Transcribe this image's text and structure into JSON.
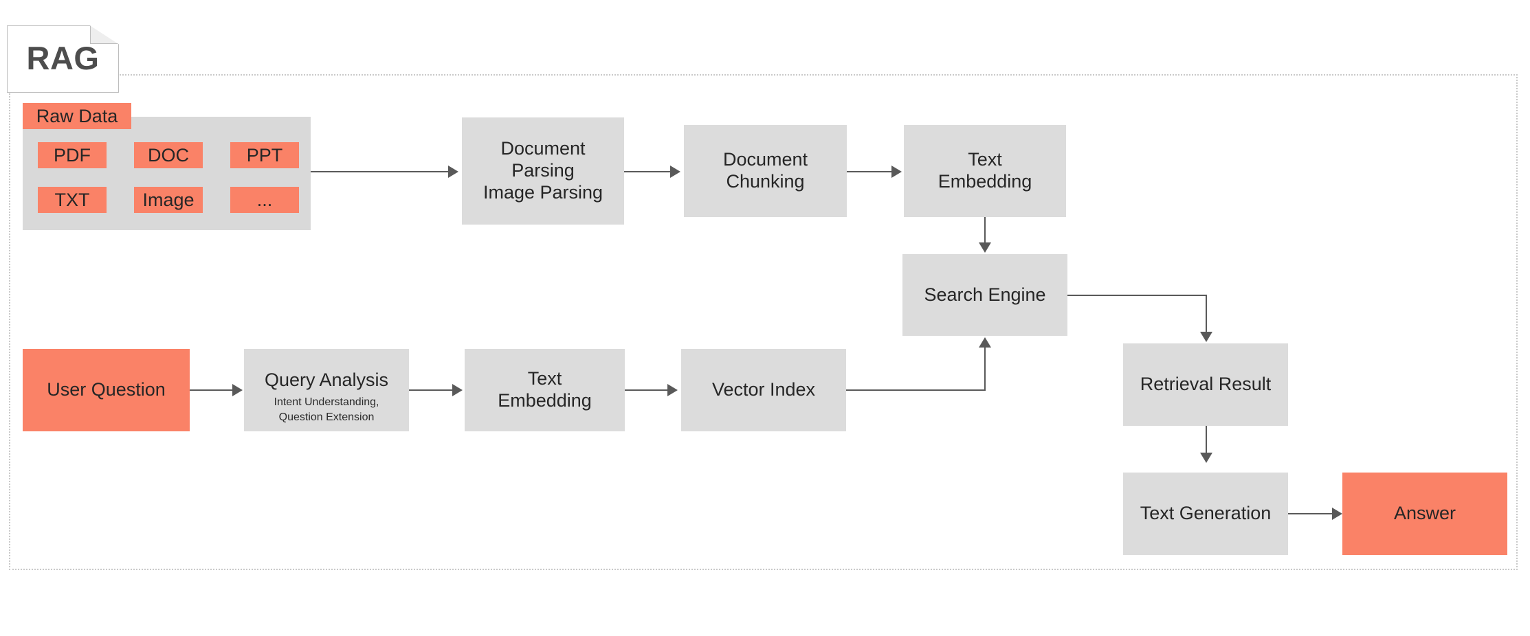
{
  "diagram": {
    "tag_label": "RAG",
    "colors": {
      "accent": "#fa8267",
      "node": "#dcdcdc",
      "group": "#d9d9d9",
      "edge": "#595959",
      "frame": "#c9c9c9"
    },
    "ingestion": {
      "group_label": "Raw Data",
      "sources": [
        {
          "label": "PDF"
        },
        {
          "label": "DOC"
        },
        {
          "label": "PPT"
        },
        {
          "label": "TXT"
        },
        {
          "label": "Image"
        },
        {
          "label": "..."
        }
      ],
      "steps": [
        {
          "lines": [
            "Document",
            "Parsing",
            "Image Parsing"
          ]
        },
        {
          "lines": [
            "Document",
            "Chunking"
          ]
        },
        {
          "lines": [
            "Text",
            "Embedding"
          ]
        }
      ]
    },
    "query": {
      "input_label": "User Question",
      "analysis": {
        "title": "Query Analysis",
        "sub_line_1": "Intent Understanding,",
        "sub_line_2": "Question Extension"
      },
      "embedding": {
        "lines": [
          "Text",
          "Embedding"
        ]
      },
      "vector_index_label": "Vector Index"
    },
    "retrieval": {
      "search_engine_label": "Search Engine",
      "retrieval_result_label": "Retrieval Result",
      "text_generation_label": "Text Generation",
      "answer_label": "Answer"
    }
  }
}
